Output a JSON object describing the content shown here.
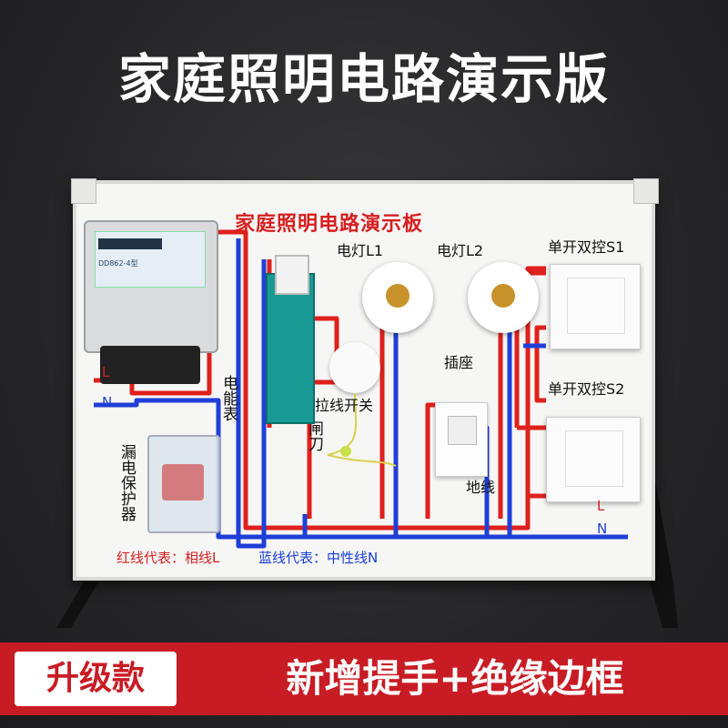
{
  "page_title": "家庭照明电路演示版",
  "board": {
    "title": "家庭照明电路演示板",
    "labels": {
      "lamp1": "电灯L1",
      "lamp2": "电灯L2",
      "switch_s1": "单开双控S1",
      "switch_s2": "单开双控S2",
      "socket": "插座",
      "pull_switch": "拉线开关",
      "knife_switch": "闸刀",
      "meter": "电能表",
      "breaker": "漏电保护器",
      "ground": "地线",
      "wire_l_left": "L",
      "wire_n_left": "N",
      "wire_l_right": "L",
      "wire_n_right": "N",
      "legend_red": "红线代表：相线L",
      "legend_blue": "蓝线代表：中性线N"
    },
    "meter_model": "DD862-4型",
    "wire_colors": {
      "live": "#e0201c",
      "neutral": "#1f3fd8"
    }
  },
  "banner": {
    "badge": "升级款",
    "text": "新增提手+绝缘边框",
    "color": "#c81c24"
  }
}
